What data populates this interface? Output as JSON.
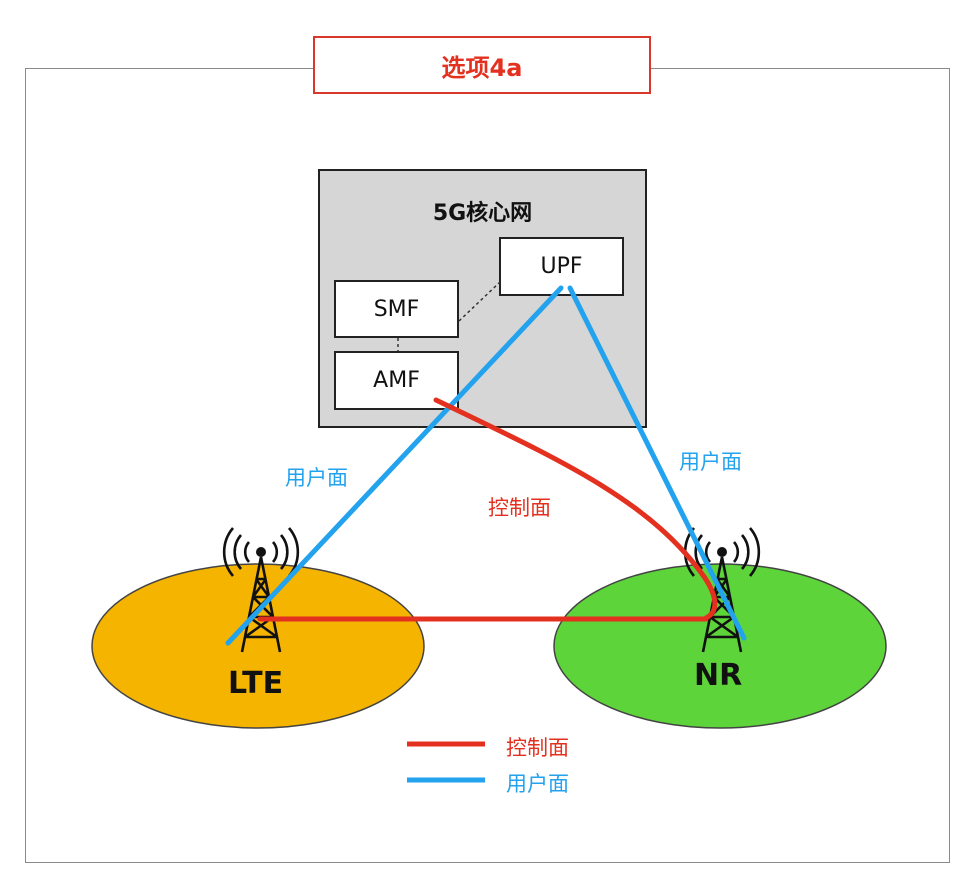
{
  "title": "选项4a",
  "core": {
    "title": "5G核心网",
    "upf": "UPF",
    "smf": "SMF",
    "amf": "AMF"
  },
  "links": {
    "user_plane_left": "用户面",
    "user_plane_right": "用户面",
    "control_plane": "控制面"
  },
  "sites": {
    "lte": "LTE",
    "nr": "NR"
  },
  "legend": {
    "control": "控制面",
    "user": "用户面"
  },
  "colors": {
    "control_plane": "#e3301f",
    "user_plane": "#23a2ee",
    "lte_cell": "#f4b400",
    "nr_cell": "#5ed43b",
    "core_bg": "#d6d6d6"
  },
  "icons": [
    "cell-tower-icon"
  ]
}
